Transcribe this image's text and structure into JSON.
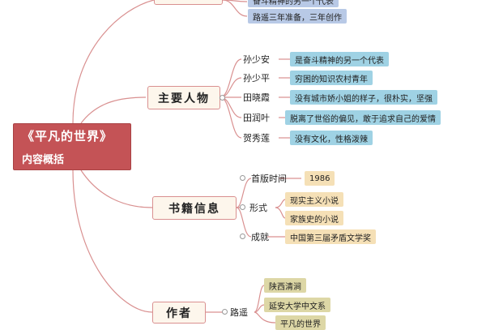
{
  "root": {
    "title": "《平凡的世界》",
    "subtitle": "内容概括"
  },
  "top_partial": {
    "item1": "奋斗精神的另一个代表",
    "item2": "路遥三年准备，三年创作"
  },
  "branches": {
    "characters": {
      "label": "主要人物",
      "people": [
        {
          "name": "孙少安",
          "desc": "是奋斗精神的另一个代表"
        },
        {
          "name": "孙少平",
          "desc": "穷困的知识农村青年"
        },
        {
          "name": "田晓霞",
          "desc": "没有城市娇小姐的样子，很朴实，坚强"
        },
        {
          "name": "田润叶",
          "desc": "脱离了世俗的偏见，敢于追求自己的爱情"
        },
        {
          "name": "贺秀莲",
          "desc": "没有文化，性格泼辣"
        }
      ]
    },
    "book_info": {
      "label": "书籍信息",
      "first_published_label": "首版时间",
      "first_published_value": "1986",
      "form_label": "形式",
      "forms": [
        "现实主义小说",
        "家族史的小说"
      ],
      "achievement_label": "成就",
      "achievement_value": "中国第三届矛盾文学奖"
    },
    "author": {
      "label": "作者",
      "name_label": "路遥",
      "items": [
        "陕西清涧",
        "延安大学中文系",
        "平凡的世界"
      ]
    }
  },
  "colors": {
    "root": "#c45356",
    "line": "#d99090",
    "blue": "#9fd2e4",
    "tan": "#f5e0b6",
    "olive": "#ddd7a6"
  }
}
